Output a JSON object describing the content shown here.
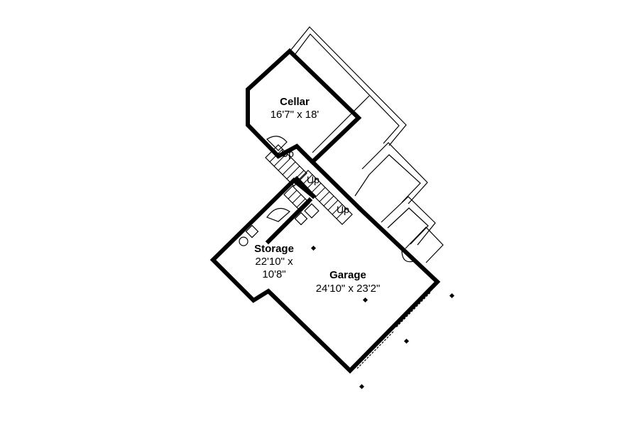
{
  "rooms": {
    "cellar": {
      "name": "Cellar",
      "size": "16'7\" x 18'"
    },
    "storage": {
      "name": "Storage",
      "size_line1": "22'10\" x",
      "size_line2": "10'8\""
    },
    "garage": {
      "name": "Garage",
      "size": "24'10\" x 23'2\""
    }
  },
  "stairs": {
    "upper": "Up",
    "middle": "Up",
    "lower": "Up"
  }
}
